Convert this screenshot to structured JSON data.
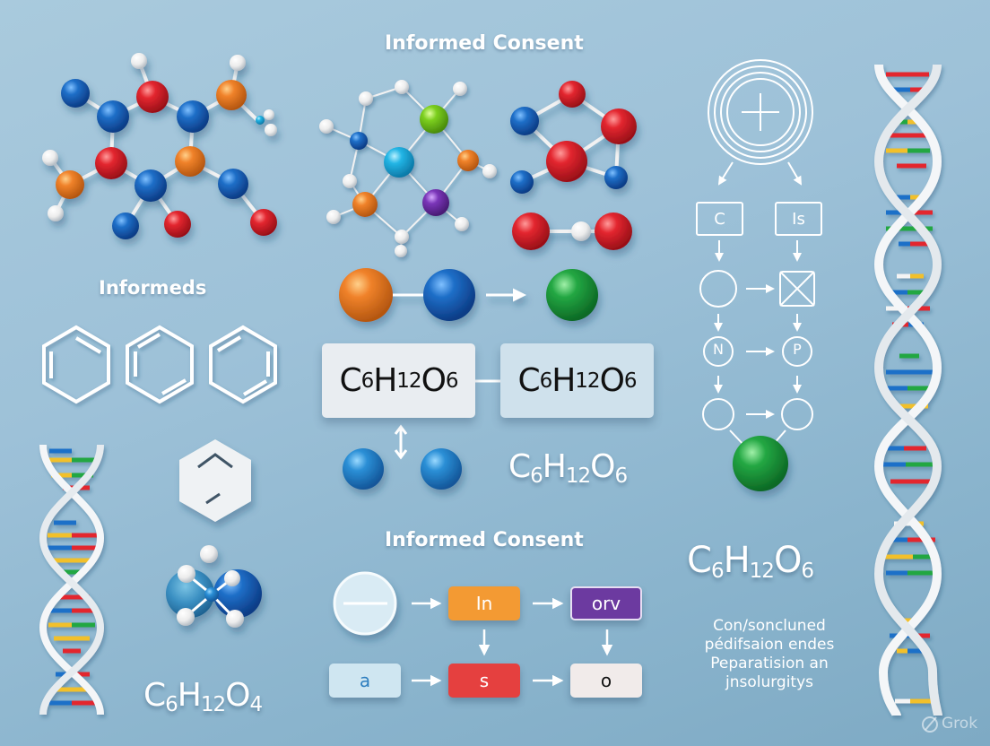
{
  "titles": {
    "top": "Informed Consent",
    "left": "Informeds",
    "bottom": "Informed Consent"
  },
  "formulas": {
    "box_left": {
      "c": "C",
      "c_sub": "6",
      "h": "H",
      "h_sub": "12",
      "o": "O",
      "o_sub": "6"
    },
    "box_right": {
      "c": "C",
      "c_sub": "6",
      "h": "H",
      "h_sub": "12",
      "o": "O",
      "o_sub": "6"
    },
    "center_white": {
      "c": "C",
      "c_sub": "6",
      "h": "H",
      "h_sub": "12",
      "o": "O",
      "o_sub": "6"
    },
    "right_white": {
      "c": "C",
      "c_sub": "6",
      "h": "H",
      "h_sub": "12",
      "o": "O",
      "o_sub": "6"
    },
    "left_white": {
      "c": "C",
      "c_sub": "6",
      "h": "H",
      "h_sub": "12",
      "o": "O",
      "o_sub": "4"
    }
  },
  "right_flow": {
    "icon": "plus-target-icon",
    "box_left": "C",
    "box_right": "Is",
    "circle_n": "N",
    "circle_p": "P",
    "crossed_box_icon": "crossed-box-icon"
  },
  "bottom_flow": {
    "nodes": [
      {
        "label": "In",
        "color": "#f39a33",
        "text_color": "#ffffff"
      },
      {
        "label": "orv",
        "color": "#6c3aa0",
        "text_color": "#ffffff"
      },
      {
        "label": "a",
        "color": "#cfe6f1",
        "text_color": "#2f7fbf"
      },
      {
        "label": "s",
        "color": "#e5403f",
        "text_color": "#ffffff"
      },
      {
        "label": "o",
        "color": "#f1ebea",
        "text_color": "#111111"
      }
    ],
    "minus_icon": "minus-circle-icon"
  },
  "paragraph": {
    "lines": [
      "Con/soncluned",
      "pédifsaion endes",
      "Peparatision an",
      "jnsolurgitys"
    ]
  },
  "watermark": {
    "icon": "grok-logo-icon",
    "label": "Grok"
  },
  "colors": {
    "background": "#9dc1d8",
    "atom_blue": "#1f6fc8",
    "atom_red": "#e3262f",
    "atom_orange": "#f0822a",
    "atom_green": "#23a743",
    "atom_purple": "#7a35b8",
    "atom_cyan": "#22b5e5",
    "atom_white": "#f4f4f4"
  }
}
